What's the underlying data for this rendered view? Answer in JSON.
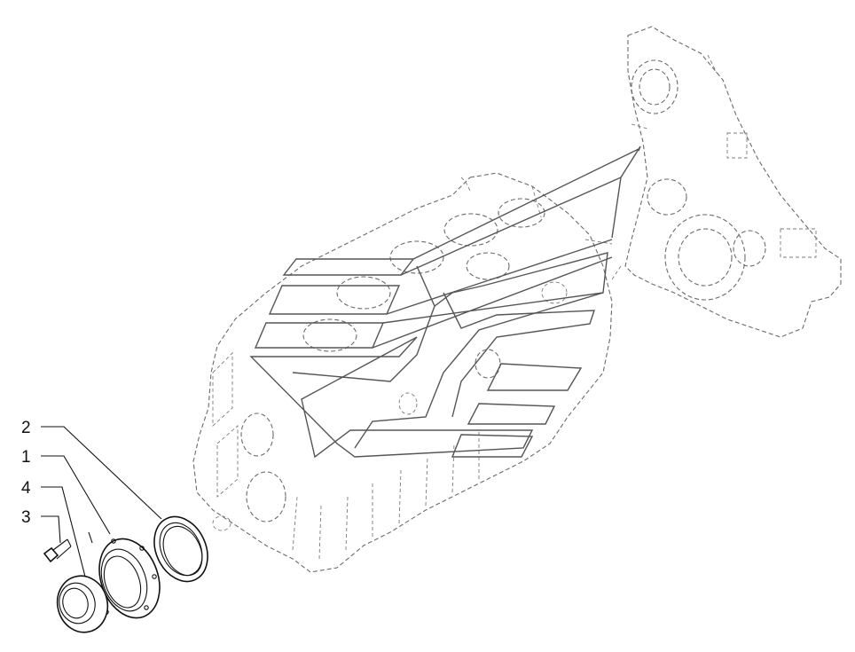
{
  "callouts": [
    {
      "id": "callout-2",
      "label": "2"
    },
    {
      "id": "callout-1",
      "label": "1"
    },
    {
      "id": "callout-4",
      "label": "4"
    },
    {
      "id": "callout-3",
      "label": "3"
    }
  ],
  "colors": {
    "line": "#111111",
    "dashed": "#6a6a6a",
    "background": "#ffffff"
  }
}
